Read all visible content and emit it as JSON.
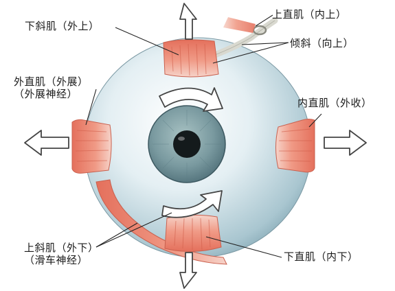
{
  "labels": {
    "inferior_oblique": "下斜肌（外上）",
    "superior_rectus": "上直肌（内上）",
    "tilt": "倾斜（向上）",
    "lateral_rectus_line1": "外直肌（外展）",
    "lateral_rectus_line2": "（外展神经）",
    "medial_rectus": "内直肌（外收）",
    "superior_oblique_line1": "上斜肌（外下）",
    "superior_oblique_line2": "（滑车神经）",
    "inferior_rectus": "下直肌（内下）"
  },
  "colors": {
    "muscle": "#e8836f",
    "sclera": "#cfe1e8",
    "iris": "#7a9aa0",
    "pupil": "#141a1c",
    "arrow_outline": "#444444"
  }
}
